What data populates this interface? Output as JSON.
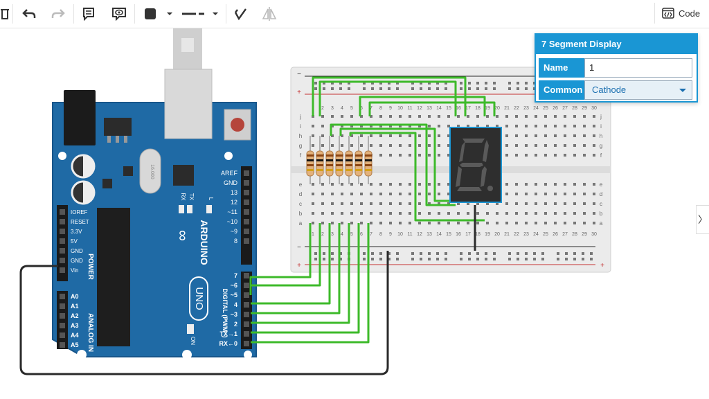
{
  "toolbar": {
    "code_label": "Code"
  },
  "panel": {
    "title": "7 Segment Display",
    "name_label": "Name",
    "name_value": "1",
    "common_label": "Common",
    "common_value": "Cathode"
  },
  "arduino": {
    "brand": "ARDUINO",
    "model": "UNO",
    "power_header": "POWER",
    "analog_header": "ANALOG IN",
    "digital_header": "DIGITAL (PWM~)",
    "power_pins": [
      "IOREF",
      "RESET",
      "3.3V",
      "5V",
      "GND",
      "GND",
      "Vin"
    ],
    "analog_pins": [
      "A0",
      "A1",
      "A2",
      "A3",
      "A4",
      "A5"
    ],
    "digital_top_pins": [
      "AREF",
      "GND",
      "13",
      "12",
      "~11",
      "~10",
      "~9",
      "8"
    ],
    "digital_bottom_pins": [
      "7",
      "~6",
      "~5",
      "4",
      "~3",
      "2",
      "TX→1",
      "RX←0"
    ],
    "led_labels": [
      "RX",
      "TX",
      "L"
    ],
    "on_label": "ON",
    "crystal_label": "16.000"
  },
  "breadboard": {
    "column_numbers": [
      "1",
      "2",
      "3",
      "4",
      "5",
      "6",
      "7",
      "8",
      "9",
      "10",
      "11",
      "12",
      "13",
      "14",
      "15",
      "16",
      "17",
      "18",
      "19",
      "20",
      "21",
      "22",
      "23",
      "24",
      "25",
      "26",
      "27",
      "28",
      "29",
      "30"
    ],
    "row_letters_top": [
      "j",
      "i",
      "h",
      "g",
      "f"
    ],
    "row_letters_bottom": [
      "e",
      "d",
      "c",
      "b",
      "a"
    ],
    "rail_minus": "−",
    "rail_plus": "+"
  },
  "display": {
    "digit": "8",
    "lit_color": "#ffffff"
  },
  "colors": {
    "accent": "#1a96d4",
    "board_blue": "#1f6aa5",
    "wire_green": "#3dba2a",
    "wire_black": "#2a2a2a"
  }
}
